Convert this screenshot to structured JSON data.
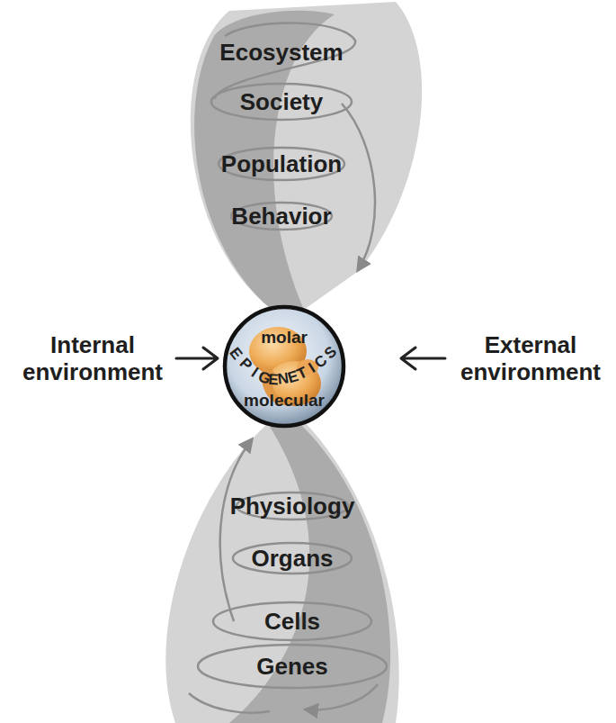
{
  "diagram": {
    "nodes": [
      {
        "text": [
          "molar",
          "EPIGENETICS",
          "molecular"
        ]
      }
    ],
    "labels": [
      "Ecosystem",
      "Society",
      "Population",
      "Behavior",
      "Internal environment",
      "External environment",
      "Physiology",
      "Organs",
      "Cells",
      "Genes"
    ]
  }
}
